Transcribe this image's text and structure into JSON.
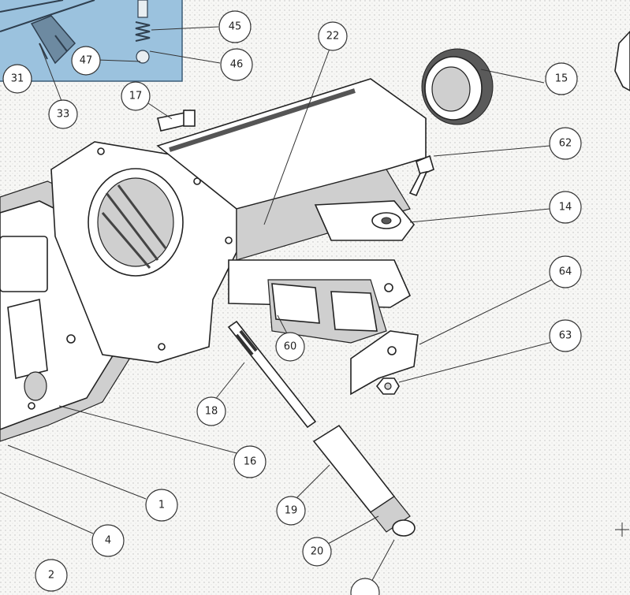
{
  "colors": {
    "inset_background": "#9bc2de",
    "paper": "#f7f7f5",
    "ink": "#222222"
  },
  "callouts": [
    {
      "id": "c45",
      "label": "45"
    },
    {
      "id": "c46",
      "label": "46"
    },
    {
      "id": "c47",
      "label": "47"
    },
    {
      "id": "c31",
      "label": "31"
    },
    {
      "id": "c33",
      "label": "33"
    },
    {
      "id": "c17",
      "label": "17"
    },
    {
      "id": "c22",
      "label": "22"
    },
    {
      "id": "c15",
      "label": "15"
    },
    {
      "id": "c62",
      "label": "62"
    },
    {
      "id": "c14",
      "label": "14"
    },
    {
      "id": "c64",
      "label": "64"
    },
    {
      "id": "c63",
      "label": "63"
    },
    {
      "id": "c60",
      "label": "60"
    },
    {
      "id": "c18",
      "label": "18"
    },
    {
      "id": "c16",
      "label": "16"
    },
    {
      "id": "c1",
      "label": "1"
    },
    {
      "id": "c4",
      "label": "4"
    },
    {
      "id": "c2",
      "label": "2"
    },
    {
      "id": "c19",
      "label": "19"
    },
    {
      "id": "c20",
      "label": "20"
    }
  ],
  "icons": {
    "cursor": "crosshair-move-icon"
  }
}
